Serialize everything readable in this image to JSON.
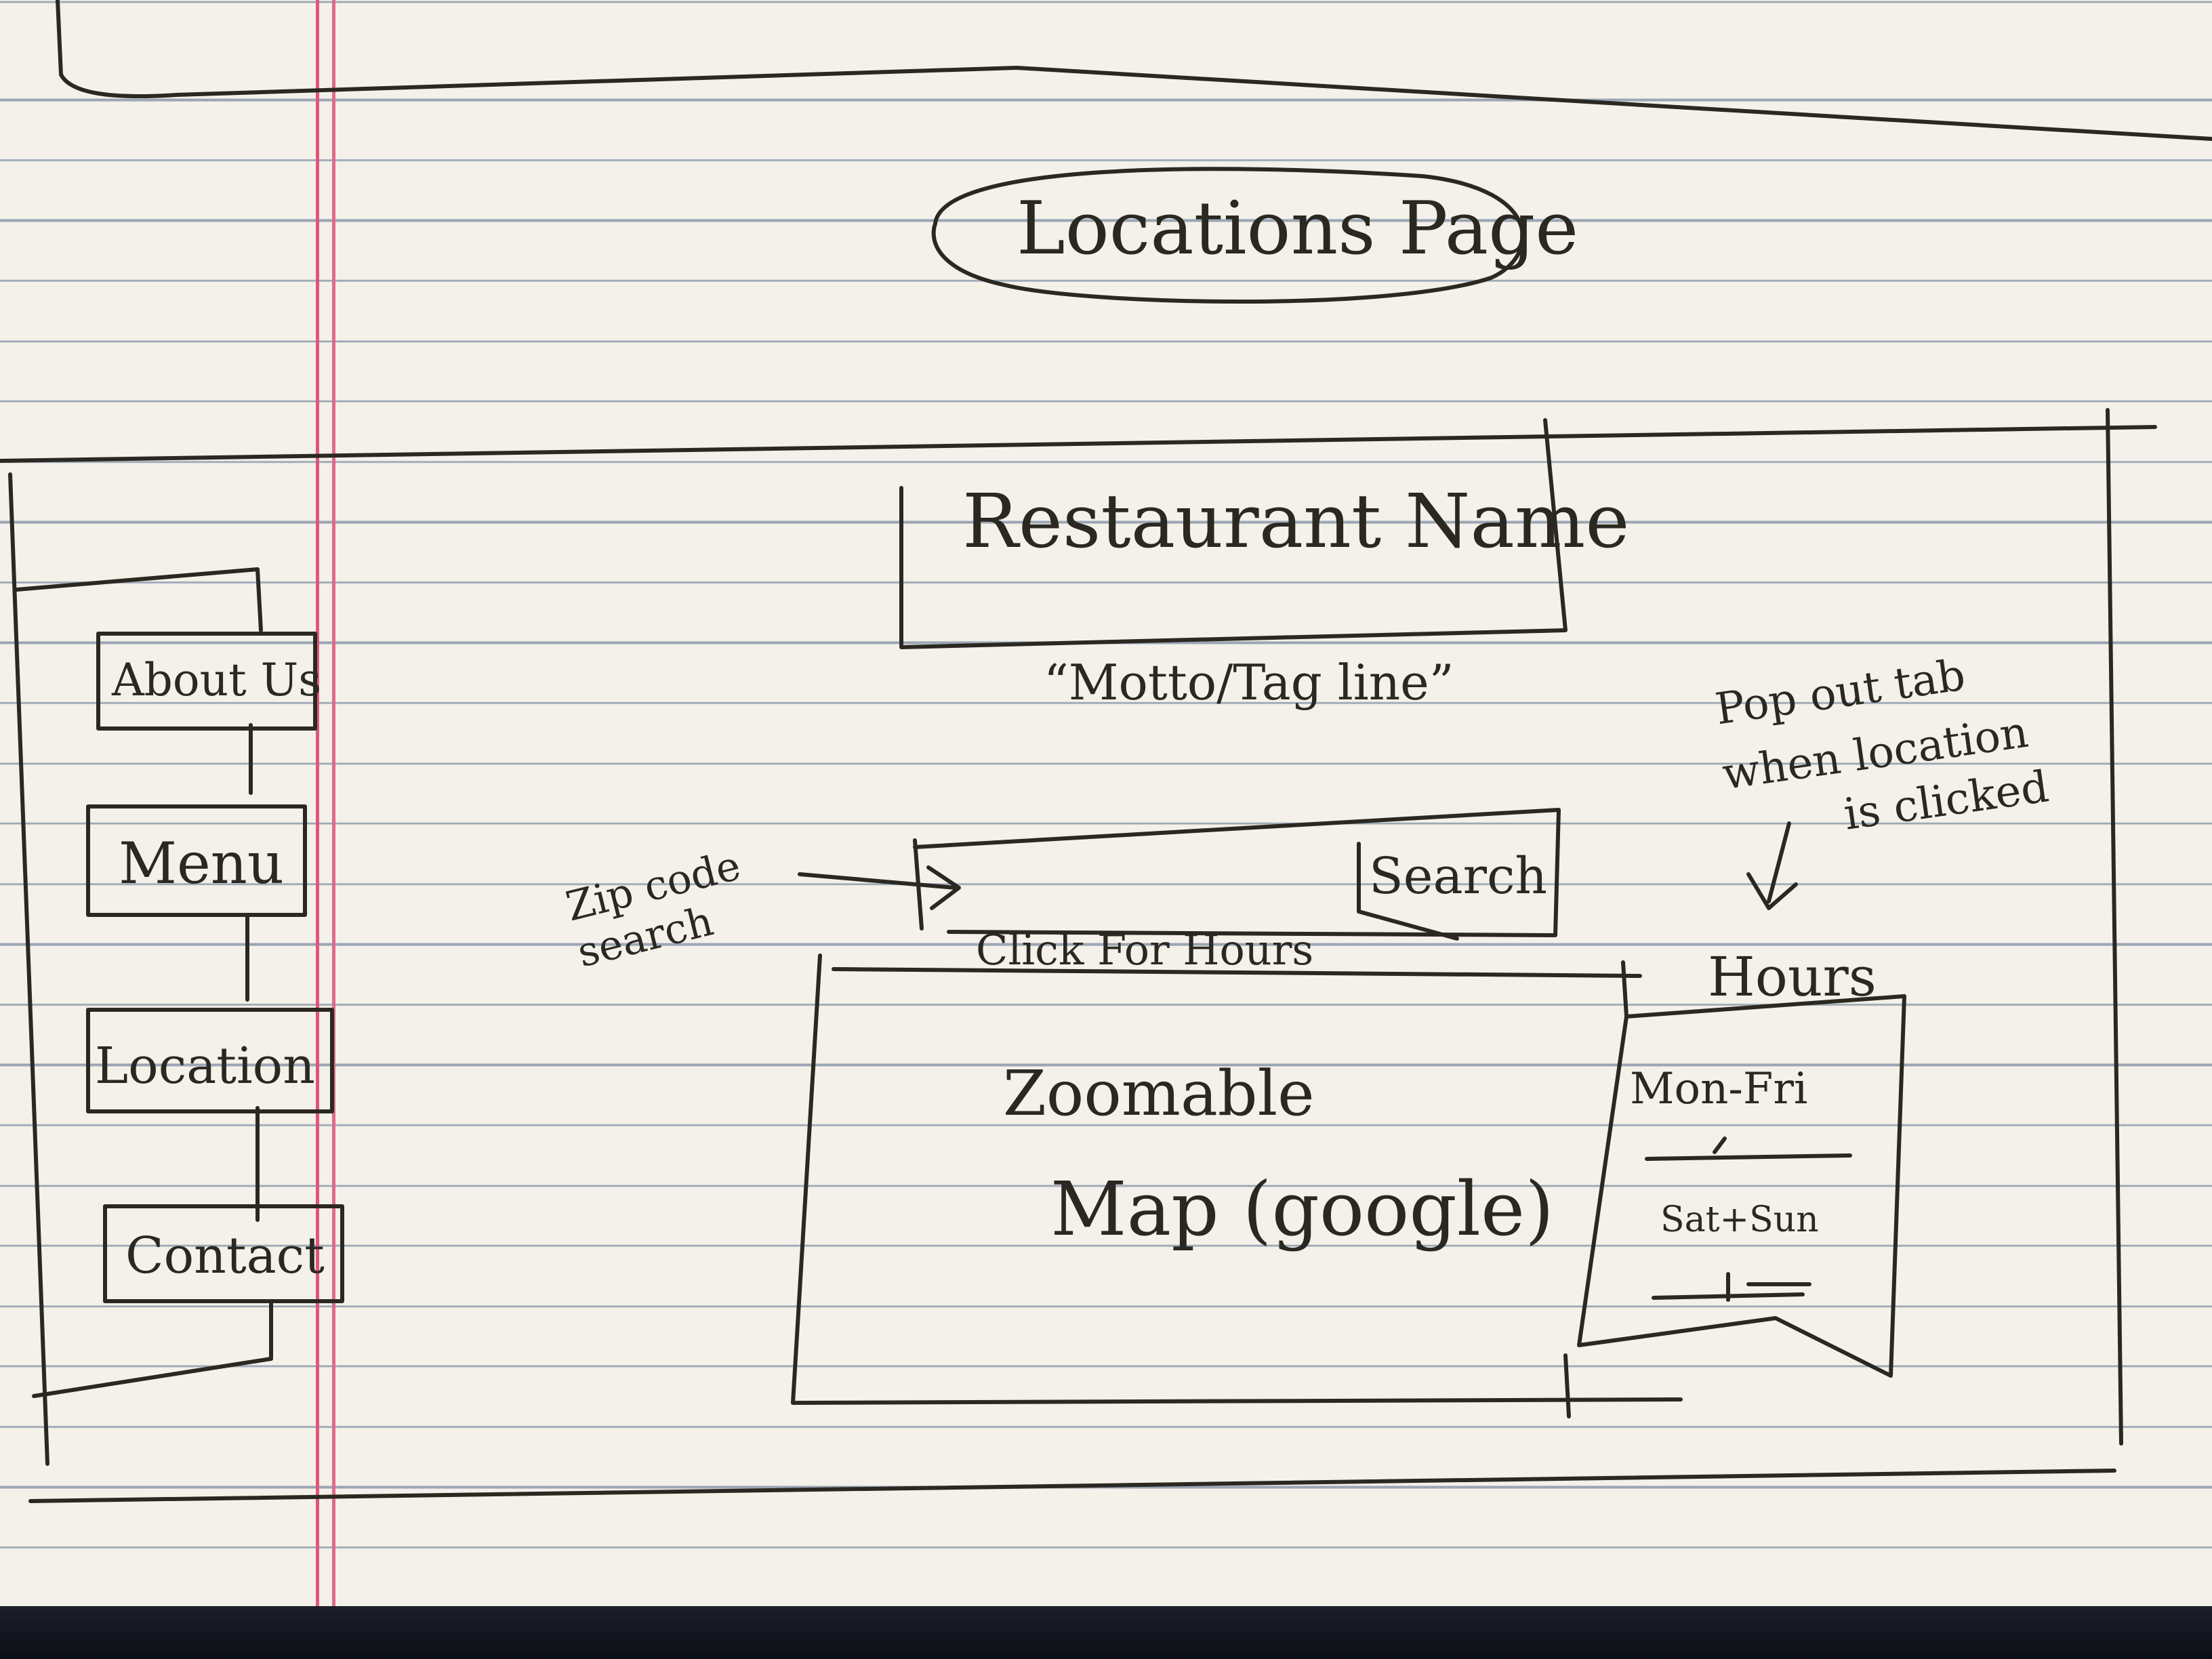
{
  "page_title": "Locations Page",
  "header": {
    "restaurant_name": "Restaurant Name",
    "tagline": "“Motto/Tag line”"
  },
  "nav": {
    "items": [
      {
        "label": "About Us"
      },
      {
        "label": "Menu"
      },
      {
        "label": "Location"
      },
      {
        "label": "Contact"
      }
    ]
  },
  "search": {
    "annotation": "Zip code search",
    "button_label": "Search",
    "hint": "Click For Hours"
  },
  "map": {
    "label_line1": "Zoomable",
    "label_line2": "Map (google)"
  },
  "hours_panel": {
    "annotation_line1": "Pop out tab",
    "annotation_line2": "when location",
    "annotation_line3": "is clicked",
    "title": "Hours",
    "weekday_label": "Mon-Fri",
    "weekend_label": "Sat+Sun"
  }
}
